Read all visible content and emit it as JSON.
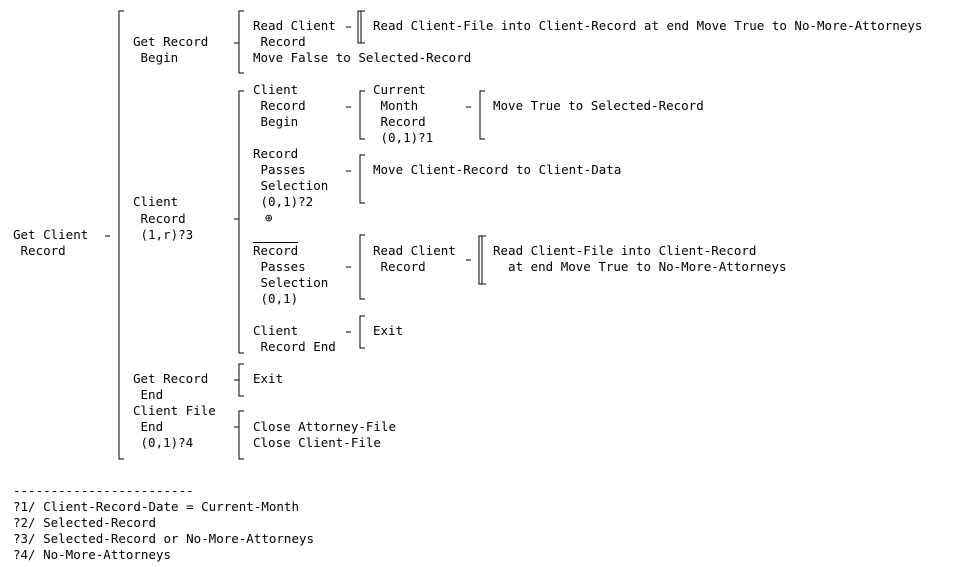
{
  "diagram": {
    "root": [
      "Get Client",
      " Record"
    ],
    "get_record_begin": {
      "label": [
        "Get Record",
        " Begin"
      ],
      "read_client": [
        "Read Client",
        " Record"
      ],
      "read_action": "Read Client-File into Client-Record at end Move True to No-More-Attorneys",
      "move_false": "Move False to Selected-Record"
    },
    "client_record": {
      "label": [
        "Client",
        " Record",
        " (1,r)?3"
      ],
      "begin": {
        "label": [
          "Client",
          " Record",
          " Begin"
        ],
        "current_month": [
          "Current",
          " Month",
          " Record",
          " (0,1)?1"
        ],
        "action": "Move True to Selected-Record"
      },
      "passes": {
        "label": [
          "Record",
          " Passes",
          " Selection",
          " (0,1)?2"
        ],
        "action": "Move Client-Record to Client-Data"
      },
      "xor_symbol": "⊕",
      "not_passes": {
        "label": [
          "Record",
          " Passes",
          " Selection",
          " (0,1)"
        ],
        "read_client": [
          "Read Client",
          " Record"
        ],
        "read_action": [
          "Read Client-File into Client-Record",
          "  at end Move True to No-More-Attorneys"
        ]
      },
      "end": {
        "label": [
          "Client",
          " Record End"
        ],
        "action": "Exit"
      }
    },
    "get_record_end": {
      "label": [
        "Get Record",
        " End"
      ],
      "action": "Exit"
    },
    "client_file_end": {
      "label": [
        "Client File",
        " End",
        " (0,1)?4"
      ],
      "actions": [
        "Close Attorney-File",
        "Close Client-File"
      ]
    }
  },
  "footnotes": {
    "rule": "------------------------",
    "items": [
      "?1/ Client-Record-Date = Current-Month",
      "?2/ Selected-Record",
      "?3/ Selected-Record or No-More-Attorneys",
      "?4/ No-More-Attorneys"
    ]
  }
}
